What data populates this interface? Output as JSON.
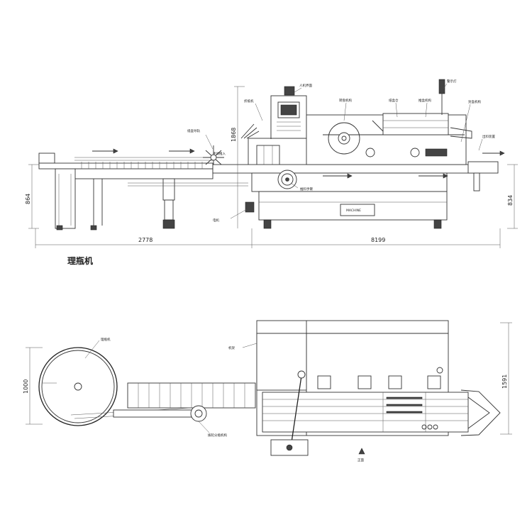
{
  "side_view": {
    "dimensions": {
      "left_length": "2778",
      "right_length": "8199",
      "left_height": "864",
      "total_height": "1868",
      "right_height": "834"
    },
    "labels": {
      "bottle_feeder": "理瓶机",
      "touch_screen": "人机界面",
      "tube_unit": "折纸机",
      "carton_inlet": "纸盒导轨",
      "hand_guard": "手动推入",
      "main_line": "推盒机构",
      "carton_magazine": "纸盒仓",
      "cylinder_unit": "转盘机构",
      "warning_light": "警示灯",
      "seal_unit": "封盒机构",
      "exit_guard": "出料装置",
      "pusher": "推料手臂",
      "motor_unit": "电机"
    }
  },
  "top_view": {
    "dimensions": {
      "left_width": "1000",
      "right_width": "1591"
    },
    "labels": {
      "rotary_table": "理瓶机",
      "frame": "机架",
      "feed_wheel": "拨轮分瓶机构",
      "front": "正面"
    }
  },
  "colors": {
    "line": "#333333",
    "background": "#ffffff"
  }
}
